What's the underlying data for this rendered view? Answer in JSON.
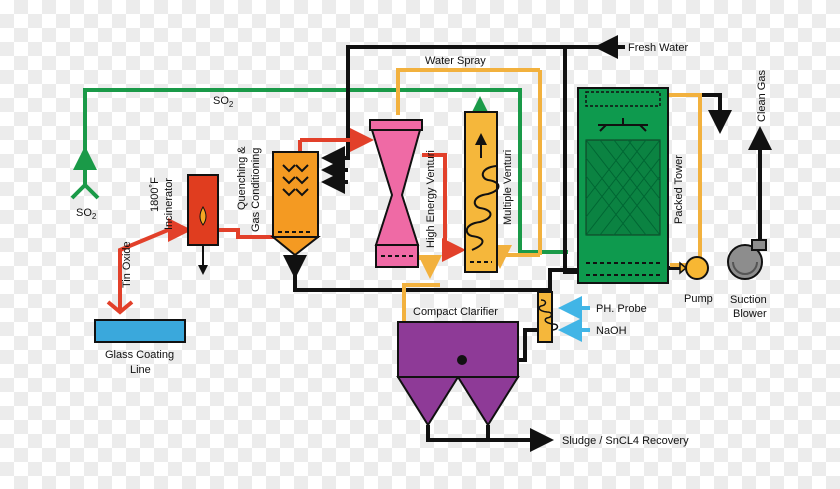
{
  "colors": {
    "green": "#1a9a48",
    "black": "#111111",
    "orange_line": "#f2b13e",
    "red_line": "#e2402a",
    "blue_arrow": "#41b5e6",
    "glass_line": "#3aa8dc",
    "incinerator": "#e03d1f",
    "quench": "#f49a22",
    "venturi": "#ef6aa5",
    "multi_venturi": "#f5b73b",
    "tower": "#0e9a4e",
    "pump": "#f7b733",
    "blower": "#8d8d8d",
    "clarifier": "#8e3a97"
  },
  "labels": {
    "fresh_water": "Fresh Water",
    "water_spray": "Water Spray",
    "so2_main": "SO",
    "so2_main_sub": "2",
    "so2_inlet": "SO",
    "so2_inlet_sub": "2",
    "clean_gas": "Clean Gas",
    "incinerator_line1": "1800˚F",
    "incinerator_line2": "Incinerator",
    "quench_line1": "Quenching &",
    "quench_line2": "Gas Conditioning",
    "high_energy_venturi": "High Energy Venturi",
    "multiple_venturi": "Multiple Venturi",
    "packed_tower": "Packed Tower",
    "tin_oxide": "Tin Oxide",
    "glass_line1": "Glass Coating",
    "glass_line2": "Line",
    "compact_clarifier": "Compact Clarifier",
    "ph_probe": "PH. Probe",
    "naoh": "NaOH",
    "pump": "Pump",
    "suction_line1": "Suction",
    "suction_line2": "Blower",
    "sludge": "Sludge / SnCL4 Recovery"
  }
}
